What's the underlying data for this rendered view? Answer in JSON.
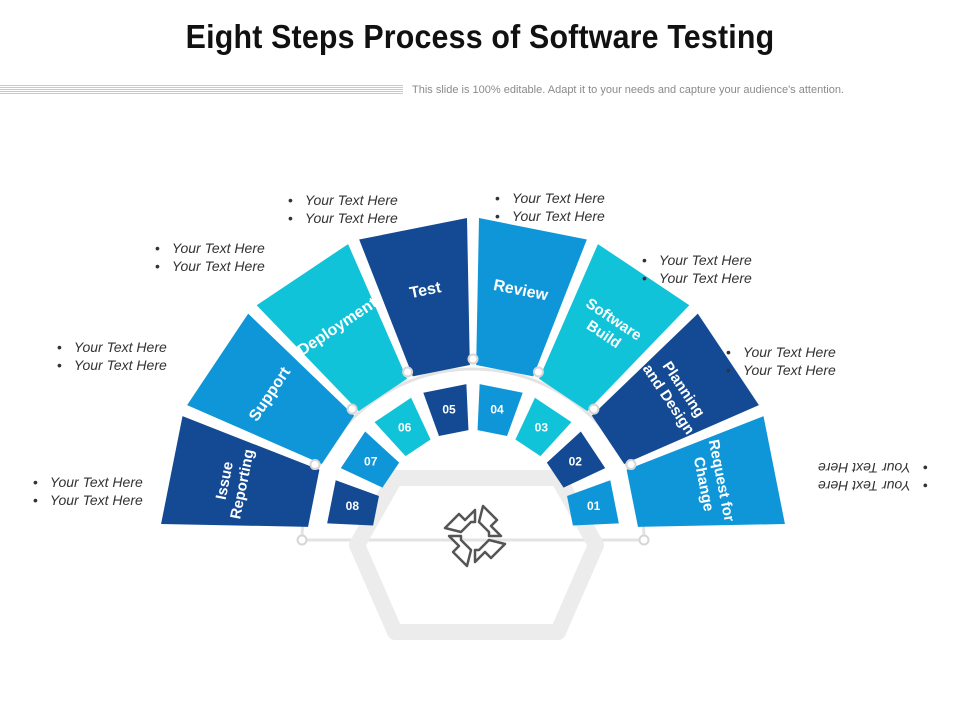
{
  "header": {
    "title": "Eight Steps Process of Software Testing",
    "subtitle": "This slide is 100% editable. Adapt it to your needs and capture your audience's attention."
  },
  "diagram": {
    "center_icon": "cycle-arrows-icon",
    "steps": [
      {
        "number": "01",
        "label_lines": [
          "Request for",
          "Change"
        ],
        "color": "#0f96d9",
        "bullets": [
          "Your Text Here",
          "Your Text Here"
        ]
      },
      {
        "number": "02",
        "label_lines": [
          "Planning",
          "and Design"
        ],
        "color": "#144a94",
        "bullets": [
          "Your Text Here",
          "Your Text Here"
        ]
      },
      {
        "number": "03",
        "label_lines": [
          "Software",
          "Build"
        ],
        "color": "#11c3d8",
        "bullets": [
          "Your Text Here",
          "Your Text Here"
        ]
      },
      {
        "number": "04",
        "label_lines": [
          "Review"
        ],
        "color": "#0f96d9",
        "bullets": [
          "Your Text Here",
          "Your Text Here"
        ]
      },
      {
        "number": "05",
        "label_lines": [
          "Test"
        ],
        "color": "#144a94",
        "bullets": [
          "Your Text Here",
          "Your Text Here"
        ]
      },
      {
        "number": "06",
        "label_lines": [
          "Deployment"
        ],
        "color": "#11c3d8",
        "bullets": [
          "Your Text Here",
          "Your Text Here"
        ]
      },
      {
        "number": "07",
        "label_lines": [
          "Support"
        ],
        "color": "#0f96d9",
        "bullets": [
          "Your Text Here",
          "Your Text Here"
        ]
      },
      {
        "number": "08",
        "label_lines": [
          "Issue",
          "Reporting"
        ],
        "color": "#144a94",
        "bullets": [
          "Your Text Here",
          "Your Text Here"
        ]
      }
    ]
  },
  "colors": {
    "dark_blue": "#144a94",
    "mid_blue": "#0f96d9",
    "cyan": "#11c3d8",
    "ring_gray": "#e3e3e3",
    "icon_gray": "#555555"
  }
}
